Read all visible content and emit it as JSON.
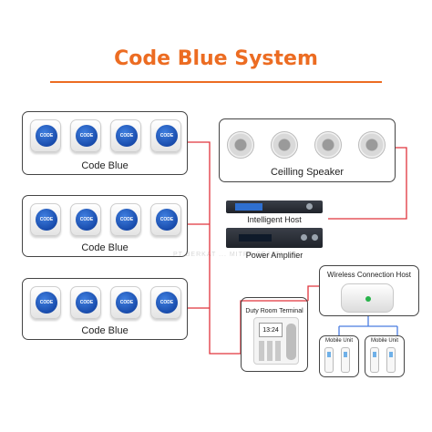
{
  "title": "Code Blue System",
  "groups": [
    {
      "label": "Code Blue",
      "button_text": [
        "CODE",
        "CODE",
        "CODE",
        "CODE"
      ]
    },
    {
      "label": "Code Blue",
      "button_text": [
        "CODE",
        "CODE",
        "CODE",
        "CODE"
      ]
    },
    {
      "label": "Code Blue",
      "button_text": [
        "CODE",
        "CODE",
        "CODE",
        "CODE"
      ]
    }
  ],
  "ceiling_speaker": {
    "label": "Ceilling Speaker"
  },
  "intelligent_host": {
    "label": "Intelligent Host"
  },
  "power_amplifier": {
    "label": "Power Amplifier"
  },
  "wireless_host": {
    "label": "Wireless Connection Host"
  },
  "duty_room_terminal": {
    "label": "Duty Room Terminal",
    "screen_time": "13:24"
  },
  "mobile_units": [
    {
      "label": "Mobile Unit"
    },
    {
      "label": "Mobile Unit"
    }
  ],
  "watermark_text": "PT BERKAT ... MITRA SEJATI",
  "colors": {
    "title": "#ec6c22",
    "wire": "#e0343c",
    "button": "#1a5ccc",
    "panel_border": "#444444"
  }
}
